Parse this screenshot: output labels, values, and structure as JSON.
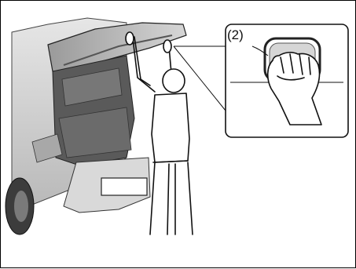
{
  "callout": {
    "label": "(2)"
  },
  "colors": {
    "body_light": "#e4e4e4",
    "body_mid": "#c8c8c8",
    "body_dark": "#8a8a8a",
    "interior": "#5a5a5a",
    "outline": "#111111",
    "callout_bg": "#ffffff"
  },
  "icons": [
    "car-hatchback",
    "person-raising-hatch",
    "hand-gripping-handle"
  ]
}
